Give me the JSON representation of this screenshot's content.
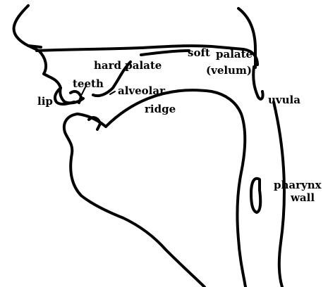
{
  "diagram": {
    "labels": {
      "hard_palate": "hard palate",
      "soft": "soft",
      "palate": "palate",
      "velum": "(velum)",
      "teeth": "teeth",
      "lip": "lip",
      "alveolar": "alveolar",
      "ridge": "ridge",
      "uvula": "uvula",
      "pharynx": "pharynx",
      "wall": "wall"
    },
    "line_color": "#000000",
    "background": "#ffffff"
  }
}
